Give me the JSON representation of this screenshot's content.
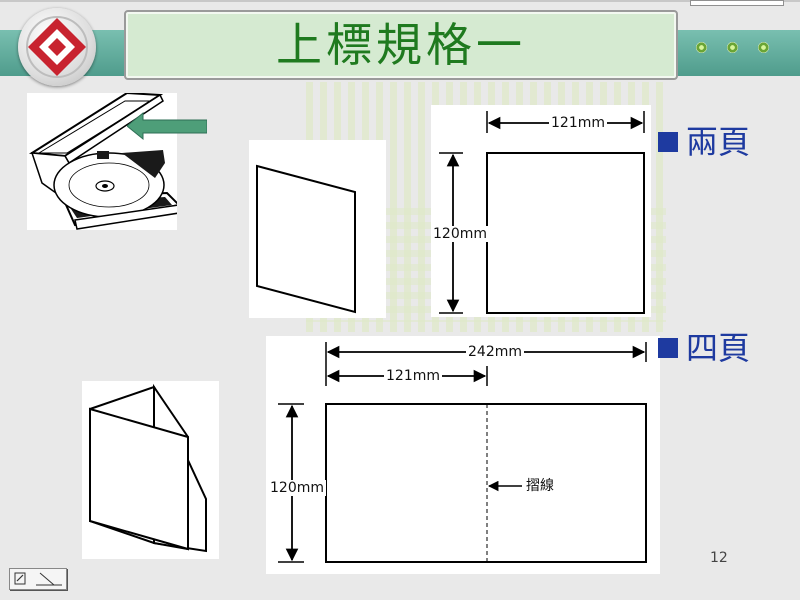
{
  "title": "上標規格一",
  "bullets": [
    {
      "label": "兩頁"
    },
    {
      "label": "四頁"
    }
  ],
  "diagram_two_page": {
    "width_label": "121mm",
    "height_label": "120mm"
  },
  "diagram_four_page": {
    "total_width_label": "242mm",
    "half_width_label": "121mm",
    "height_label": "120mm",
    "fold_label": "摺線"
  },
  "page_number": "12",
  "colors": {
    "title_text": "#1f7a1f",
    "bullet": "#1e3aa0",
    "header_band": "#5fab9a",
    "logo_diamond": "#c8232f",
    "arrow": "#4e9e79"
  },
  "icons": [
    "university-logo-icon",
    "green-arrow-icon",
    "slide-nav-icon"
  ]
}
